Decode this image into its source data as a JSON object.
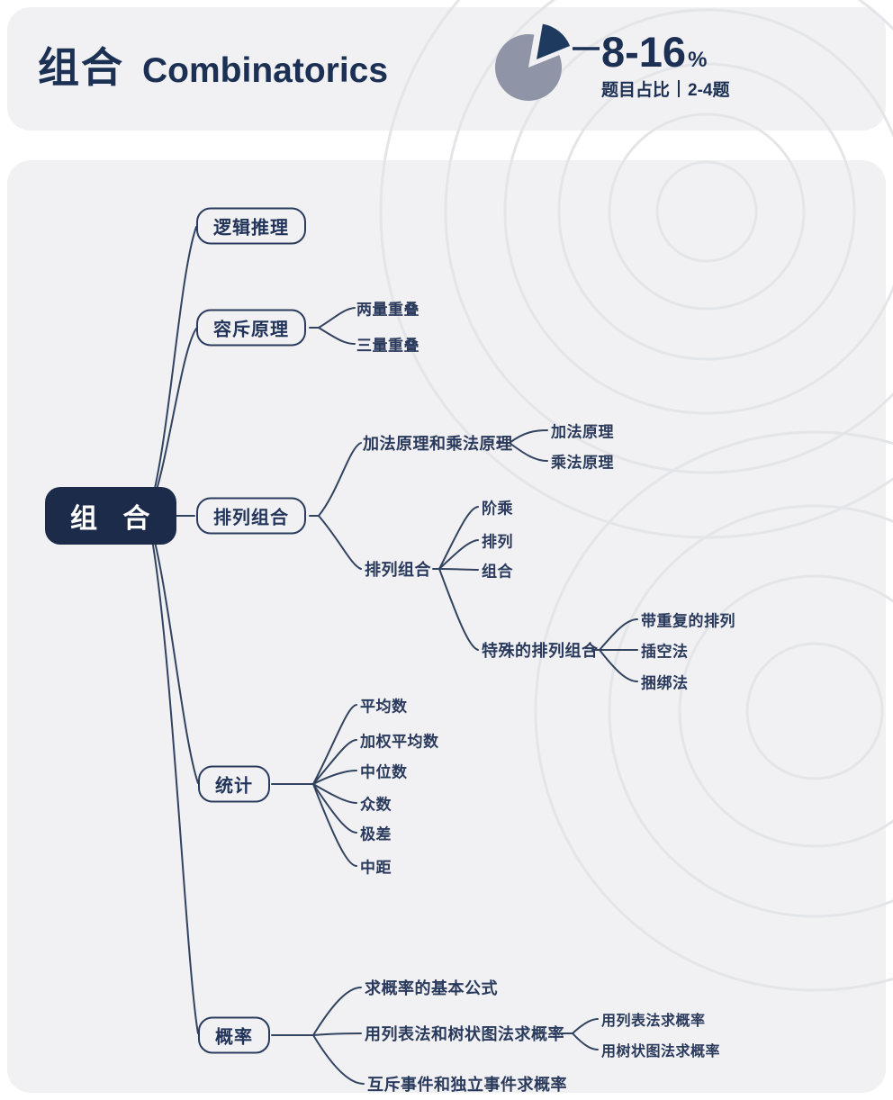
{
  "colors": {
    "navy_text": "#1c3054",
    "node_border": "#2a3c5e",
    "root_bg": "#1c2b4a",
    "panel_bg": "#f1f1f3",
    "line": "#31435f",
    "pie_gray": "#8f94a7",
    "pie_wedge": "#1e3a5f"
  },
  "header": {
    "title_zh": "组合",
    "title_en": "Combinatorics",
    "stat": {
      "value": "8-16",
      "unit": "%",
      "label": "题目占比",
      "count": "2-4题"
    }
  },
  "tree": {
    "root_label": "组 合",
    "branches": [
      {
        "label": "逻辑推理"
      },
      {
        "label": "容斥原理",
        "children": [
          {
            "label": "两量重叠"
          },
          {
            "label": "三量重叠"
          }
        ]
      },
      {
        "label": "排列组合",
        "children": [
          {
            "label": "加法原理和乘法原理",
            "children": [
              {
                "label": "加法原理"
              },
              {
                "label": "乘法原理"
              }
            ]
          },
          {
            "label": "排列组合",
            "children": [
              {
                "label": "阶乘"
              },
              {
                "label": "排列"
              },
              {
                "label": "组合"
              },
              {
                "label": "特殊的排列组合",
                "children": [
                  {
                    "label": "带重复的排列"
                  },
                  {
                    "label": "插空法"
                  },
                  {
                    "label": "捆绑法"
                  }
                ]
              }
            ]
          }
        ]
      },
      {
        "label": "统计",
        "children": [
          {
            "label": "平均数"
          },
          {
            "label": "加权平均数"
          },
          {
            "label": "中位数"
          },
          {
            "label": "众数"
          },
          {
            "label": "极差"
          },
          {
            "label": "中距"
          }
        ]
      },
      {
        "label": "概率",
        "children": [
          {
            "label": "求概率的基本公式"
          },
          {
            "label": "用列表法和树状图法求概率",
            "children": [
              {
                "label": "用列表法求概率"
              },
              {
                "label": "用树状图法求概率"
              }
            ]
          },
          {
            "label": "互斥事件和独立事件求概率"
          }
        ]
      }
    ]
  }
}
